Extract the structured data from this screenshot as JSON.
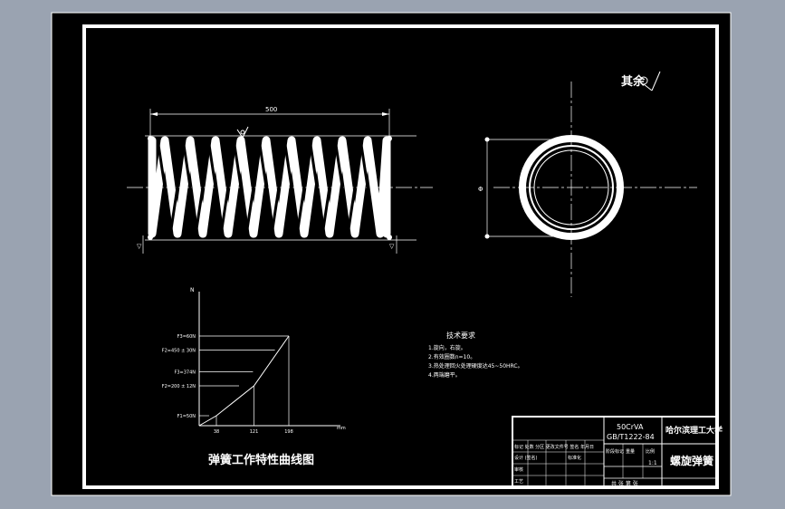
{
  "drawing": {
    "note_top_right": "其余",
    "dimension_length": "500",
    "dimension_diameter": "Φ",
    "end_label_left": "▽",
    "end_label_right": "▽"
  },
  "chart": {
    "title": "弹簧工作特性曲线图",
    "y_axis_letter": "N",
    "x_axis_letter": "mm",
    "y_labels": [
      "F3=60N",
      "F2=450 ± 30N",
      "F3=374N",
      "F2=200 ± 12N",
      "F1=50N"
    ],
    "x_labels": [
      "38",
      "121",
      "198"
    ]
  },
  "chart_data": {
    "type": "line",
    "x": [
      0,
      38,
      121,
      198
    ],
    "y": [
      0,
      50,
      200,
      450
    ],
    "title": "弹簧工作特性曲线图",
    "xlabel": "mm",
    "ylabel": "N"
  },
  "requirements": {
    "title": "技术要求",
    "items": [
      "1.旋向，右旋。",
      "2.有效圈数n=10。",
      "3.热处理回火处理硬度达45~50HRC。",
      "4.两端磨平。"
    ]
  },
  "title_block": {
    "code_line1": "50CrVA",
    "code_line2": "GB/T1222-84",
    "org": "哈尔滨理工大学",
    "part_name": "螺旋弹簧",
    "row_header": "标记 处数 分区 更改文件号 签名 年月日",
    "designer_row": "设计 (签名)",
    "standard_row": "标准化",
    "review_row": "审核",
    "process_row": "工艺",
    "stage_label": "阶段标记",
    "weight_label": "重量",
    "scale_label": "比例",
    "scale_value": "1:1",
    "sheets_text": "共 张 第 张"
  },
  "colors": {
    "sheet": "#000000",
    "lines": "#ffffff",
    "background": "#9aa3b1"
  }
}
